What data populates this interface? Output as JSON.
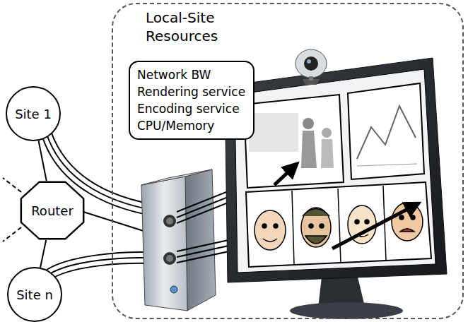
{
  "diagram": {
    "nodes": [
      {
        "text": [
          "Site 1"
        ]
      },
      {
        "text": [
          "Router"
        ]
      },
      {
        "text": [
          "Site n"
        ]
      },
      {
        "text": [
          "Local-Site Resources"
        ]
      },
      {
        "text": [
          "Network BW",
          "Rendering service",
          "Encoding service",
          "CPU/Memory"
        ],
        "in": 3
      }
    ],
    "edges": [
      {
        "from": 0,
        "to": 1,
        "arrow": "none"
      },
      {
        "from": 1,
        "to": 2,
        "arrow": "none"
      }
    ]
  }
}
